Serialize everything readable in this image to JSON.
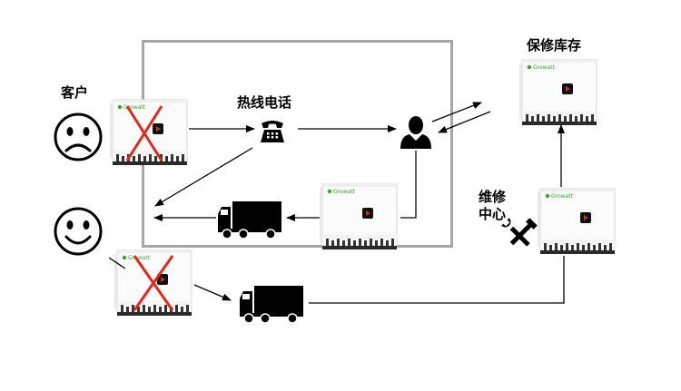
{
  "labels": {
    "customer": "客户",
    "hotline": "热线电话",
    "spare_stock": "保修库存",
    "repair_center_line1": "维修",
    "repair_center_line2": "中心"
  },
  "inverter_brand": "Growatt",
  "colors": {
    "frame": "#a6a6a6",
    "cross": "#e0281c",
    "brand": "#3aa535",
    "ink": "#000000"
  }
}
